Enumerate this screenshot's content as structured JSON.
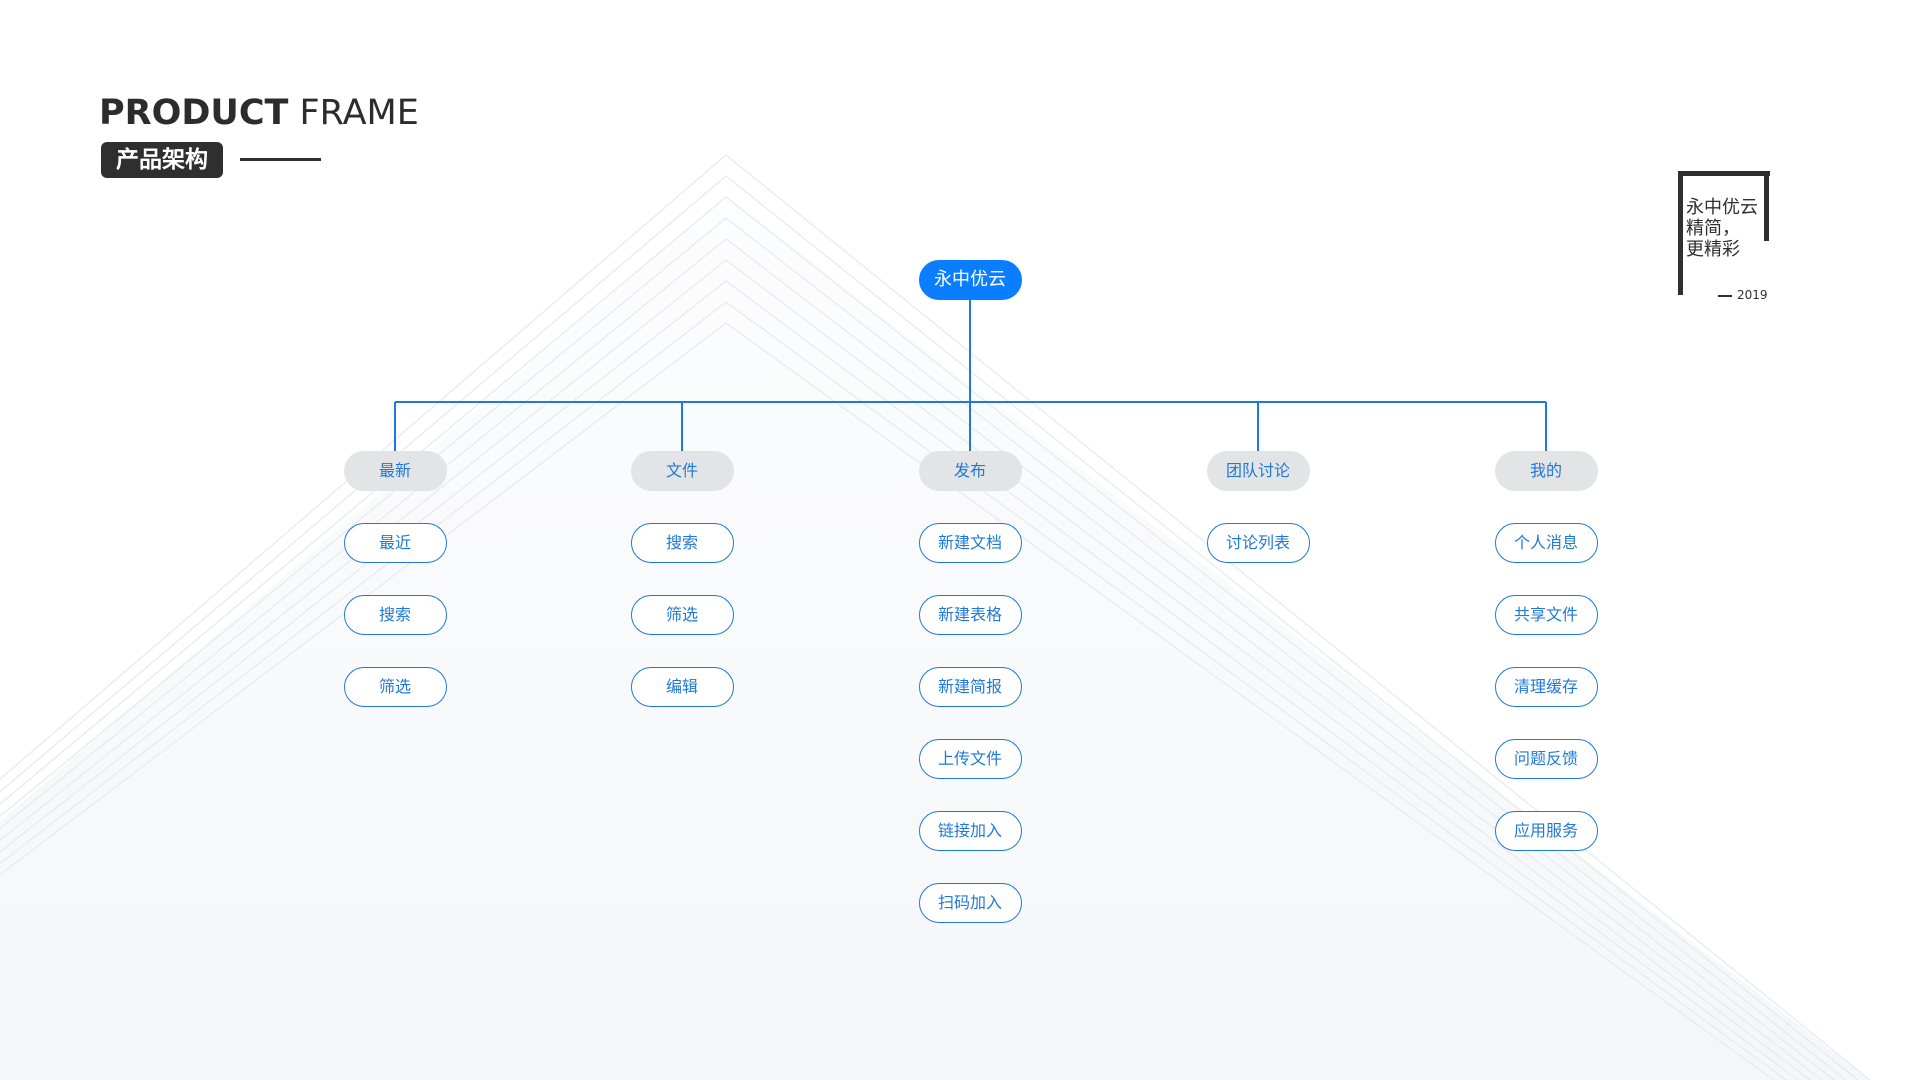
{
  "header": {
    "title_bold": "PRODUCT",
    "title_light": "FRAME",
    "subtitle_cn": "产品架构"
  },
  "slogan": {
    "lines": [
      "永中优云",
      "精简，",
      "更精彩"
    ],
    "year": "2019"
  },
  "colors": {
    "accent": "#0a7eff",
    "connector": "#1f79d6",
    "category_bg": "#e3e4e6",
    "dark": "#2f2f2f"
  },
  "tree": {
    "root": "永中优云",
    "columns": [
      {
        "label": "最新",
        "children": [
          "最近",
          "搜索",
          "筛选"
        ]
      },
      {
        "label": "文件",
        "children": [
          "搜索",
          "筛选",
          "编辑"
        ]
      },
      {
        "label": "发布",
        "children": [
          "新建文档",
          "新建表格",
          "新建简报",
          "上传文件",
          "链接加入",
          "扫码加入"
        ]
      },
      {
        "label": "团队讨论",
        "children": [
          "讨论列表"
        ]
      },
      {
        "label": "我的",
        "children": [
          "个人消息",
          "共享文件",
          "清理缓存",
          "问题反馈",
          "应用服务"
        ]
      }
    ]
  }
}
